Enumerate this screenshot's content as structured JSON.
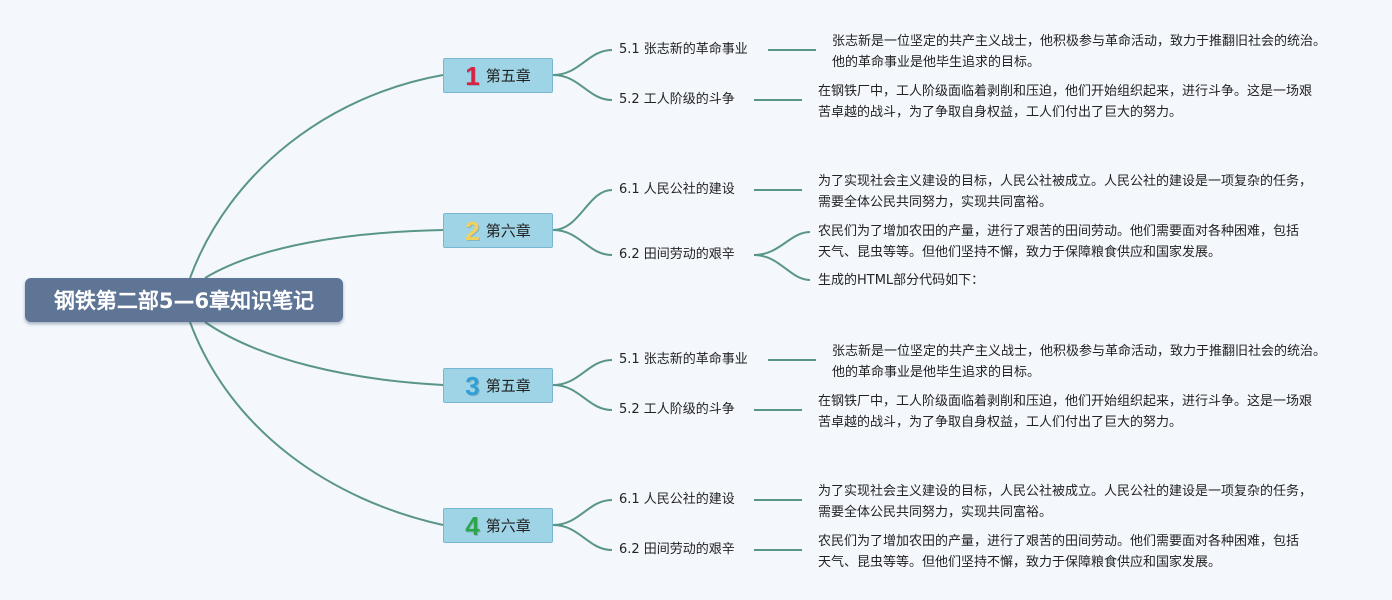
{
  "root": {
    "title": "钢铁第二部5—6章知识笔记"
  },
  "colors": {
    "line": "#5a9589",
    "root_bg": "#5f7596",
    "chapter_bg": "#9fd3e6",
    "badge_1": "#d9223f",
    "badge_2": "#f2d15a",
    "badge_3": "#2f9fd8",
    "badge_4": "#2da44a"
  },
  "chapters": [
    {
      "badge": "1",
      "badge_icon": "number-1-badge",
      "label": "第五章",
      "sections": [
        {
          "label": "5.1 张志新的革命事业",
          "notes": [
            "张志新是一位坚定的共产主义战士，他积极参与革命活动，致力于推翻旧社会的统治。他的革命事业是他毕生追求的目标。"
          ]
        },
        {
          "label": "5.2 工人阶级的斗争",
          "notes": [
            "在钢铁厂中，工人阶级面临着剥削和压迫，他们开始组织起来，进行斗争。这是一场艰苦卓越的战斗，为了争取自身权益，工人们付出了巨大的努力。"
          ]
        }
      ]
    },
    {
      "badge": "2",
      "badge_icon": "number-2-badge",
      "label": "第六章",
      "sections": [
        {
          "label": "6.1 人民公社的建设",
          "notes": [
            "为了实现社会主义建设的目标，人民公社被成立。人民公社的建设是一项复杂的任务，需要全体公民共同努力，实现共同富裕。"
          ]
        },
        {
          "label": "6.2 田间劳动的艰辛",
          "notes": [
            "农民们为了增加农田的产量，进行了艰苦的田间劳动。他们需要面对各种困难，包括天气、昆虫等等。但他们坚持不懈，致力于保障粮食供应和国家发展。",
            "生成的HTML部分代码如下："
          ]
        }
      ]
    },
    {
      "badge": "3",
      "badge_icon": "number-3-badge",
      "label": "第五章",
      "sections": [
        {
          "label": "5.1 张志新的革命事业",
          "notes": [
            "张志新是一位坚定的共产主义战士，他积极参与革命活动，致力于推翻旧社会的统治。他的革命事业是他毕生追求的目标。"
          ]
        },
        {
          "label": "5.2 工人阶级的斗争",
          "notes": [
            "在钢铁厂中，工人阶级面临着剥削和压迫，他们开始组织起来，进行斗争。这是一场艰苦卓越的战斗，为了争取自身权益，工人们付出了巨大的努力。"
          ]
        }
      ]
    },
    {
      "badge": "4",
      "badge_icon": "number-4-badge",
      "label": "第六章",
      "sections": [
        {
          "label": "6.1 人民公社的建设",
          "notes": [
            "为了实现社会主义建设的目标，人民公社被成立。人民公社的建设是一项复杂的任务，需要全体公民共同努力，实现共同富裕。"
          ]
        },
        {
          "label": "6.2 田间劳动的艰辛",
          "notes": [
            "农民们为了增加农田的产量，进行了艰苦的田间劳动。他们需要面对各种困难，包括天气、昆虫等等。但他们坚持不懈，致力于保障粮食供应和国家发展。"
          ]
        }
      ]
    }
  ]
}
